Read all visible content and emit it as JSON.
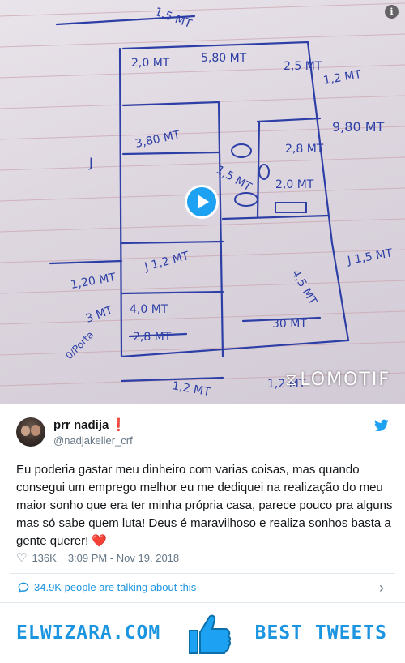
{
  "media": {
    "watermark": "LOMOTIF",
    "info_label": "i",
    "sketch_labels": {
      "top_dim": "1,5 MT",
      "room_a": "2,0 MT",
      "room_b": "5,80 MT",
      "room_c": "2,5 MT",
      "room_d": "1,2 MT",
      "room_e": "3,80 MT",
      "room_f": "9,80 MT",
      "room_g": "2,8 MT",
      "room_h": "1,5 MT",
      "room_i": "2,0 MT",
      "room_j": "J",
      "room_k": "1,20 MT",
      "room_l": "J 1,2 MT",
      "room_m": "J 1,5 MT",
      "room_n": "4,5 MT",
      "room_o": "3 MT",
      "room_p": "4,0 MT",
      "room_q": "2,8 MT",
      "room_r": "30 MT",
      "room_s": "1,2 MT",
      "room_t": "1,2 MT",
      "room_u": "0/Porta"
    }
  },
  "tweet": {
    "name": "prr nadija",
    "name_emoji": "❗",
    "handle": "@nadjakeller_crf",
    "text": "Eu poderia gastar meu dinheiro com varias coisas, mas quando consegui um emprego melhor eu me dediquei na realização do meu maior sonho que era ter minha própria casa, parece pouco pra alguns mas só sabe quem luta! Deus é maravilhoso e realiza sonhos basta a gente querer!",
    "heart_emoji": "❤️",
    "likes": "136K",
    "timestamp": "3:09 PM - Nov 19, 2018",
    "talking": "34.9K people are talking about this"
  },
  "banner": {
    "left": "ELWIZARA.COM",
    "right": "BEST TWEETS"
  },
  "colors": {
    "twitter_blue": "#1da1f2",
    "link_blue": "#1b95e0",
    "heart_red": "#c0163c",
    "muted": "#657786"
  }
}
